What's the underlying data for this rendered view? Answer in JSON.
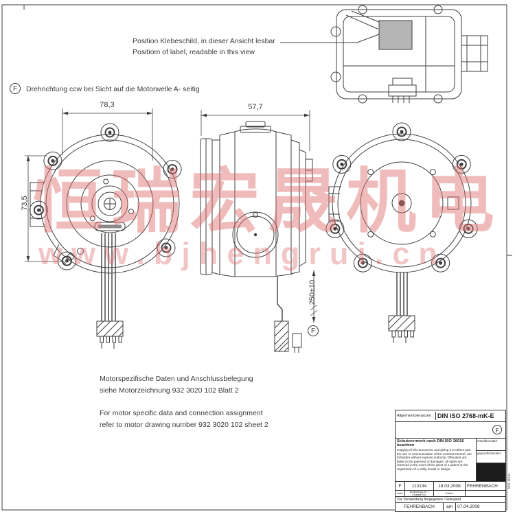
{
  "annotations": {
    "f_symbol": "F",
    "label_position_de": "Position Klebeschild, in dieser Ansicht lesbar",
    "label_position_en": "Positiom of label, readable in this view",
    "rotation_note": "Drehrichtung ccw bei Sicht auf die Motorwelle A- seitig"
  },
  "dimensions": {
    "front_width": "78,3",
    "side_width": "57,7",
    "front_height": "73,5",
    "cable_length": "250±10",
    "cable_f_symbol": "F"
  },
  "notes": {
    "de_line1": "Motorspezifische Daten und Anschlussbelegung",
    "de_line2": "siehe Motorzeichnung 932 3020 102 Blatt 2",
    "en_line1": "For motor specific data and connection assignment",
    "en_line2": "refer to motor drawing number 932 3020 102 sheet 2"
  },
  "title_block": {
    "tolerances_label": "Allgemeintoleranzen :",
    "tolerances_value": "DIN ISO 2768-mK-E",
    "f_symbol": "F",
    "protection_heading": "Schutzvermerk nach DIN ISO 16016 beachten",
    "copyright_text": "Copying of this document, and giving it to others and the use or communication of the contents thereof, are forbidden without express authority. Offenders are liable to the payment of damages. All rights are reserved in the event of the grant of a patent or the registration of a utility model or design.",
    "created_label": "erstellt/created",
    "checked_label": "geprueft/checked",
    "revision": {
      "index": "F",
      "change_no": "113134",
      "date": "18.03.2008",
      "name": "FEHRENBACH"
    },
    "headers": {
      "index": "index",
      "change_no": "Änderungs-Nr. / Change No.",
      "date": "Datum"
    },
    "released_label": "Zur Verwendung freigegeben / Released",
    "released_name": "FEHRENBACH",
    "released_am": "am",
    "released_date": "07.04.2008",
    "edge_code": "W3M-046"
  },
  "watermark": {
    "line1": "恒瑞宏晟机电",
    "line2": "www.bjhengrui.cn"
  }
}
